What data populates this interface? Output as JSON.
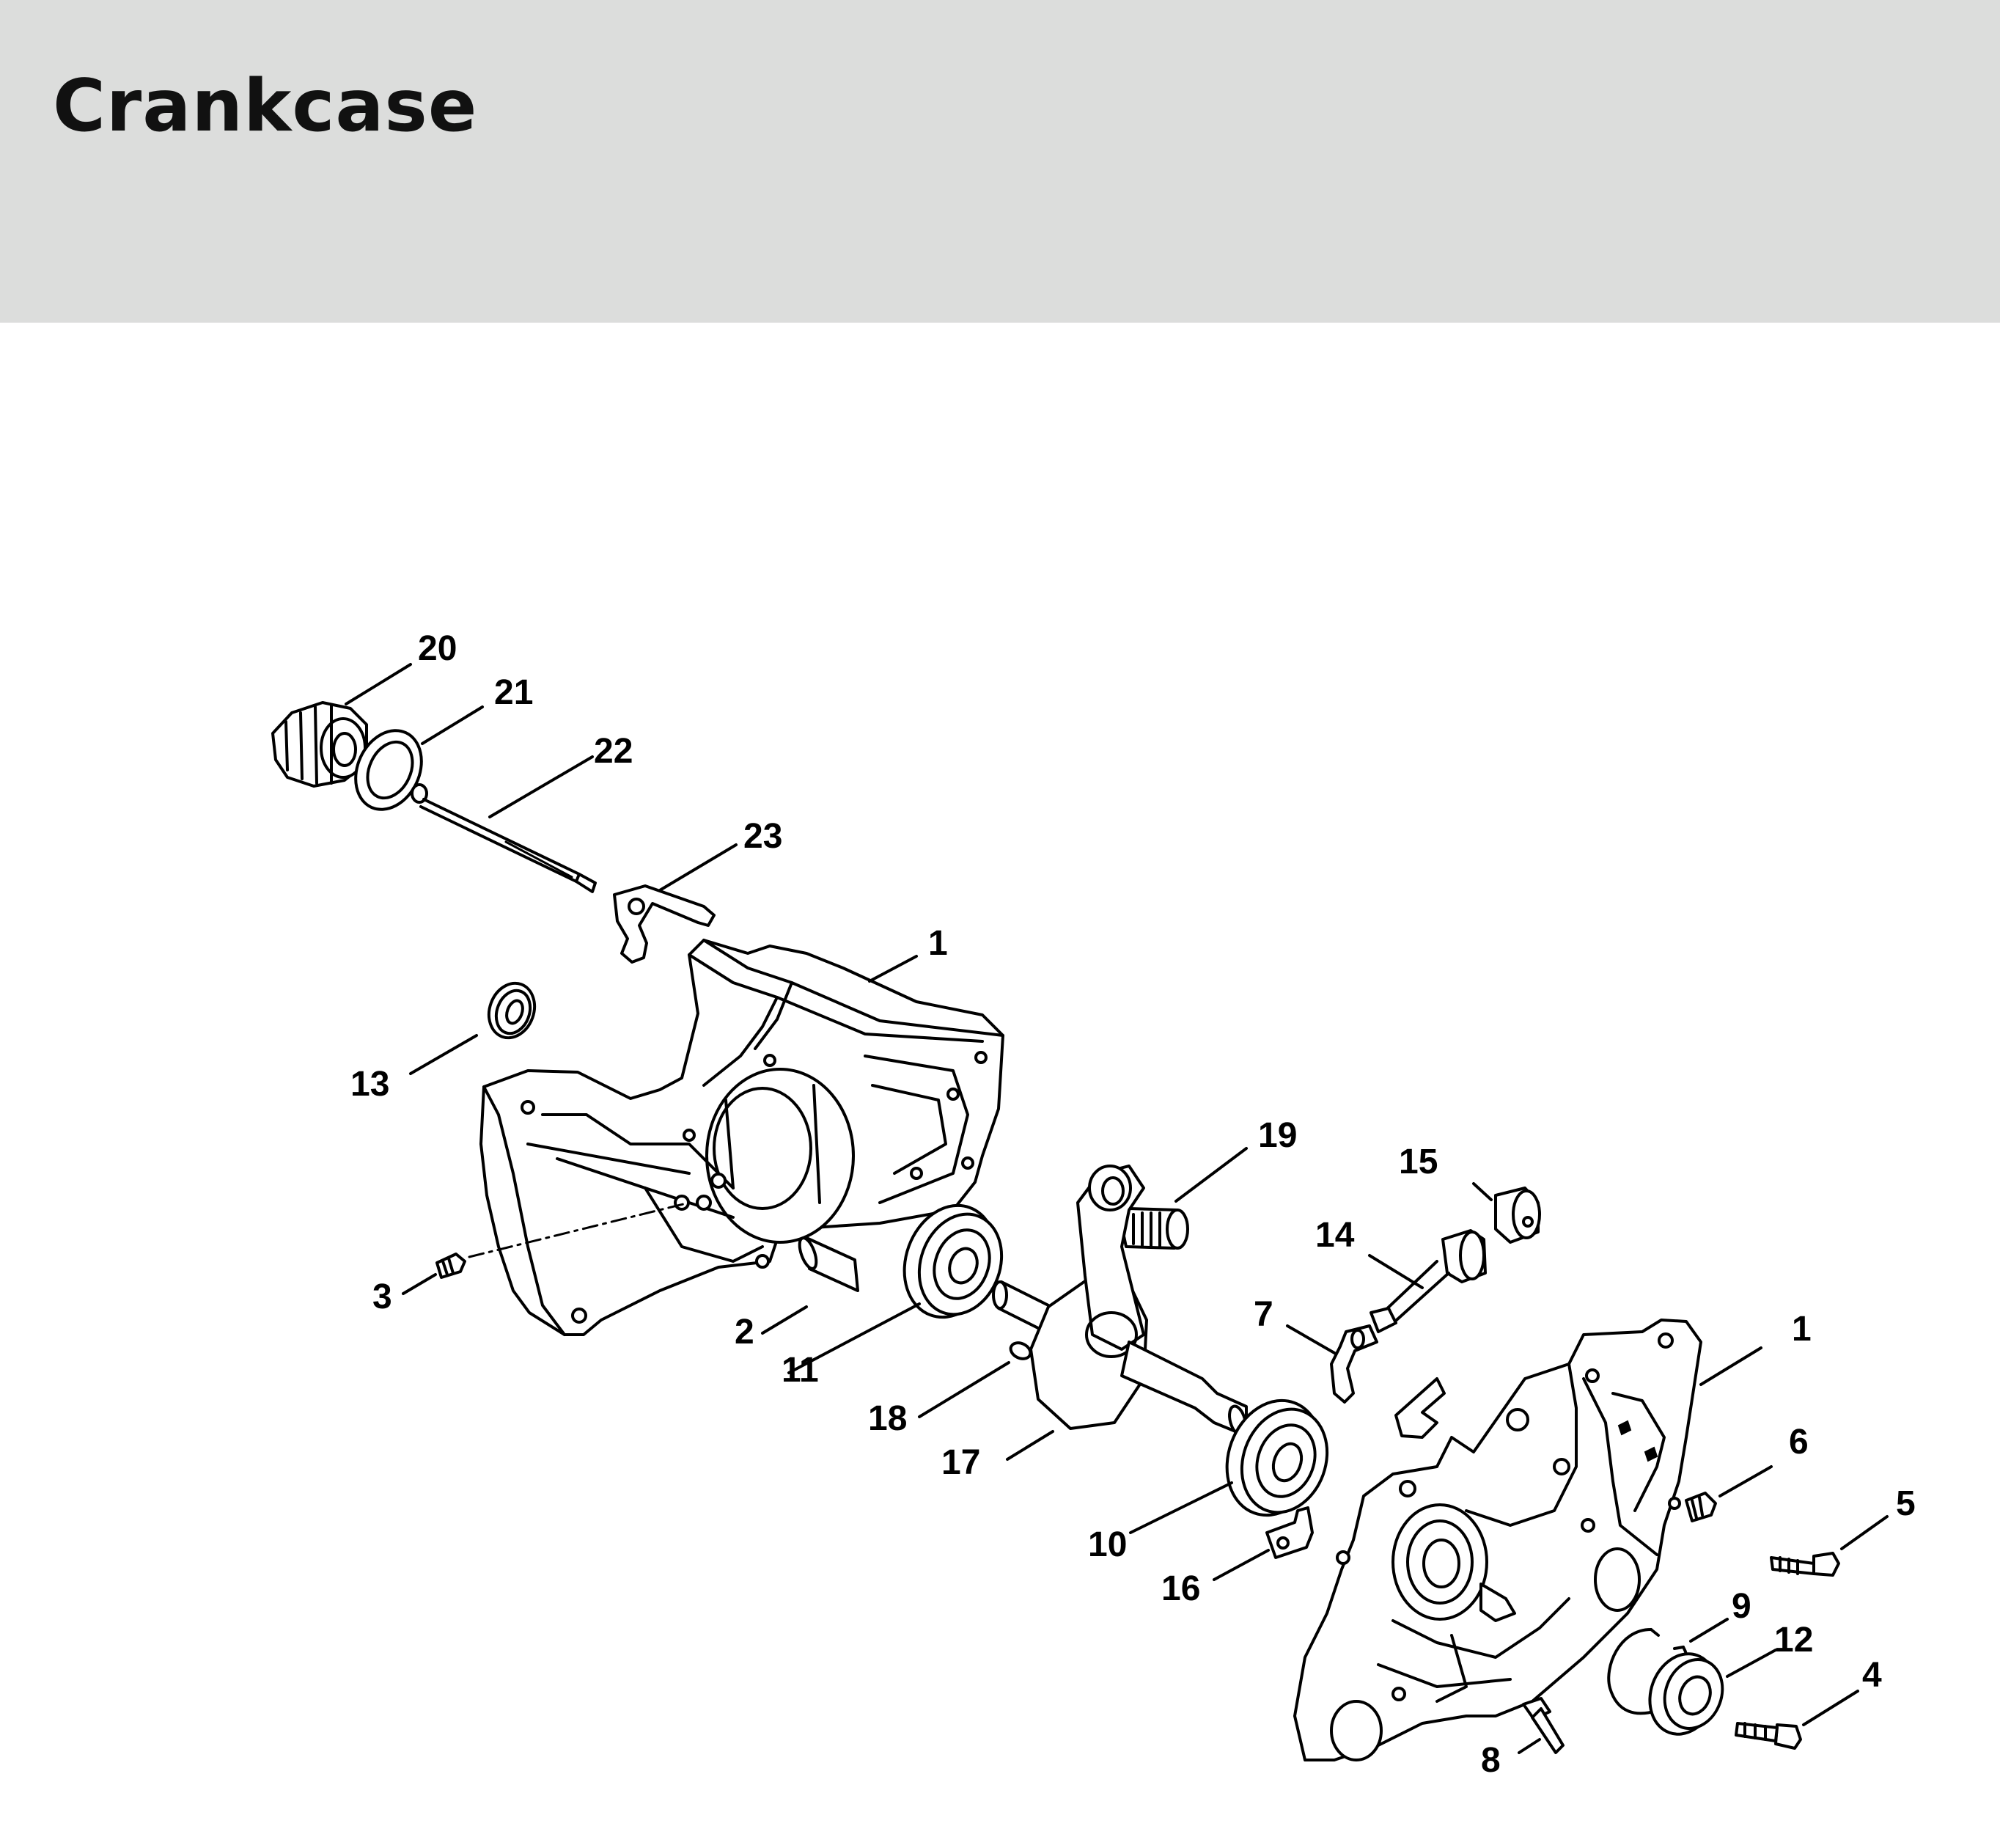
{
  "header": {
    "title": "Crankcase",
    "background": "#dcdddc"
  },
  "callouts": {
    "c20": "20",
    "c21": "21",
    "c22": "22",
    "c23": "23",
    "c1a": "1",
    "c13": "13",
    "c3": "3",
    "c2": "2",
    "c11": "11",
    "c19": "19",
    "c15": "15",
    "c14": "14",
    "c7": "7",
    "c1b": "1",
    "c18": "18",
    "c17": "17",
    "c10": "10",
    "c16": "16",
    "c6": "6",
    "c5": "5",
    "c9": "9",
    "c12": "12",
    "c4": "4",
    "c8": "8"
  }
}
